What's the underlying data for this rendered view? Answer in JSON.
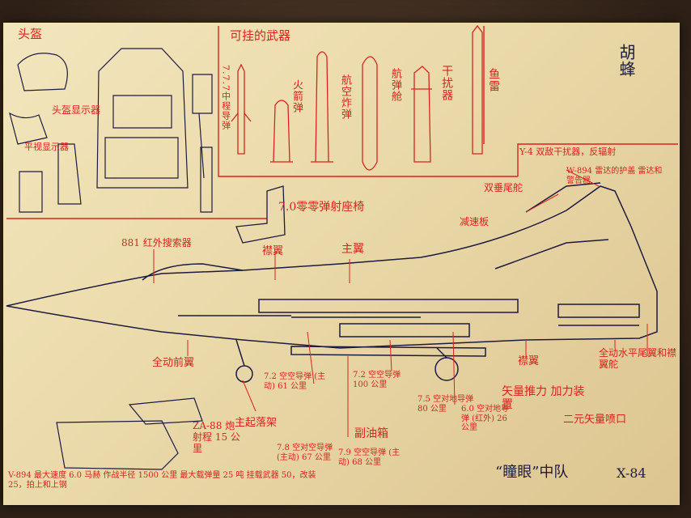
{
  "colors": {
    "ink_red": "#d9231d",
    "ink_blue": "#1d1a40",
    "paper": "#efe0b2"
  },
  "labels": {
    "weapons_title": "可挂的武器",
    "top_left": "头盔",
    "helmet_display": "头盔显示器",
    "head_up": "平视显示器",
    "weapon_1": "7.7.7中程导弹",
    "weapon_2": "火箭弹",
    "weapon_3": "航空炸弹",
    "weapon_4": "航弹舱",
    "weapon_5": "干扰器",
    "weapon_6": "鱼雷",
    "signature": "胡蜂",
    "y4_jammer": "Y-4 双敌干扰器，反辐射",
    "w894_radar": "W-894 雷达的护盖 雷达和警告器",
    "double_vertical_tail": "双垂尾舵",
    "speed_brake": "减速板",
    "ejection_seat": "7.0零零弹射座椅",
    "irst": "881 红外搜索器",
    "canard": "襟翼",
    "main_wing": "主翼",
    "all_moving_canard": "全动前翼",
    "missile_a": "7.2 空空导弹 (主动) 61 公里",
    "missile_b": "7.2 空空导弹 100 公里",
    "missile_c": "7.5 空对地导弹 80 公里",
    "missile_d": "6.0 空对地导弹 (红外) 26 公里",
    "missile_e": "7.8 空对空导弹 (主动) 67 公里",
    "missile_f": "7.9 空空导弹 (主动) 68 公里",
    "gear": "主起落架",
    "fuel_tank": "副油箱",
    "aileron": "襟翼",
    "thrust_vector": "矢量推力 加力装置",
    "rudder": "全动水平尾翼和襟翼舵",
    "nozzle": "二元矢量喷口",
    "za_gun": "ZA-88 炮 射程 15 公里",
    "specs": "V-894 最大速度 6.0 马赫 作战半径 1500 公里 最大载弹量 25 吨 挂载武器 50，改装 25，拍上和上钢",
    "squadron": "“瞳眼”中队",
    "model": "X-84"
  }
}
